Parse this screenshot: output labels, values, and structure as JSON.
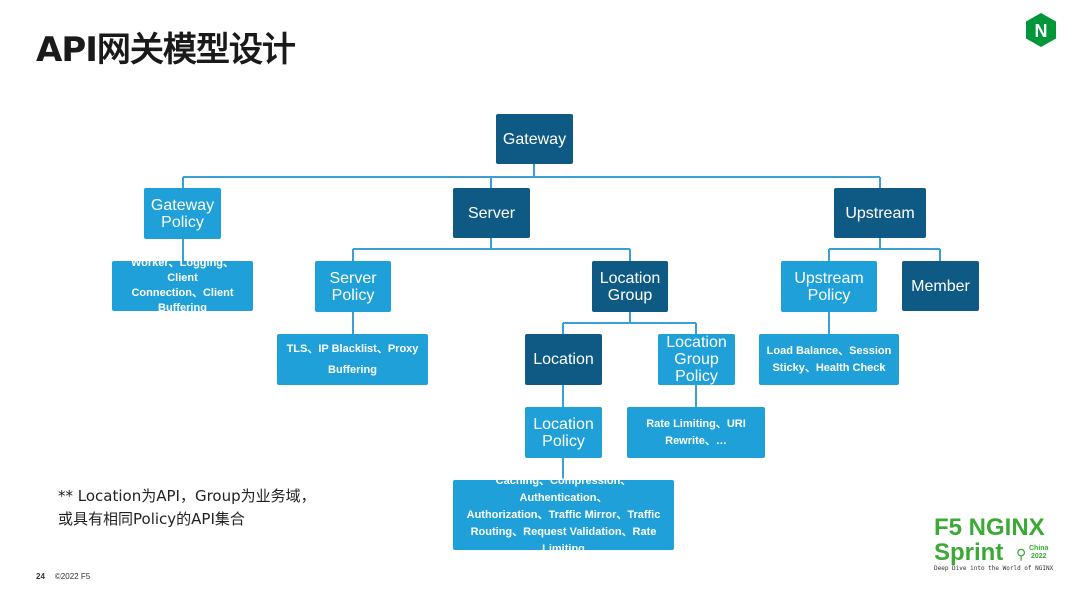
{
  "title": "API网关模型设计",
  "colors": {
    "dark_box": "#0f5a85",
    "light_box": "#1fa0d8",
    "connector": "#3a9fd6",
    "brand_green": "#3aa935"
  },
  "logo_icon": "nginx-hexagon-icon",
  "logo_letter": "N",
  "nodes": {
    "gateway": "Gateway",
    "gateway_policy": "Gateway\nPolicy",
    "gateway_policy_detail": "Worker、Logging、Client\nConnection、Client\nBuffering",
    "server": "Server",
    "server_policy": "Server\nPolicy",
    "server_policy_detail": "TLS、IP Blacklist、Proxy\nBuffering",
    "location_group": "Location\nGroup",
    "location": "Location",
    "location_policy": "Location\nPolicy",
    "location_policy_detail": "Caching、Compression、Authentication、\nAuthorization、Traffic Mirror、Traffic\nRouting、Request Validation、Rate\nLimiting",
    "location_group_policy": "Location\nGroup\nPolicy",
    "location_group_policy_detail": "Rate Limiting、URI\nRewrite、…",
    "upstream": "Upstream",
    "upstream_policy": "Upstream\nPolicy",
    "upstream_policy_detail": "Load Balance、Session\nSticky、Health Check",
    "member": "Member"
  },
  "note": "** Location为API，Group为业务域，\n或具有相同Policy的API集合",
  "footer": {
    "page": "24",
    "copyright": "©2022 F5"
  },
  "brand": {
    "line1": "F5 NGINX",
    "line2": "Sprint",
    "pin": "⚲",
    "region": "China\n2022",
    "tagline": "Deep Dive into the World of NGINX"
  }
}
